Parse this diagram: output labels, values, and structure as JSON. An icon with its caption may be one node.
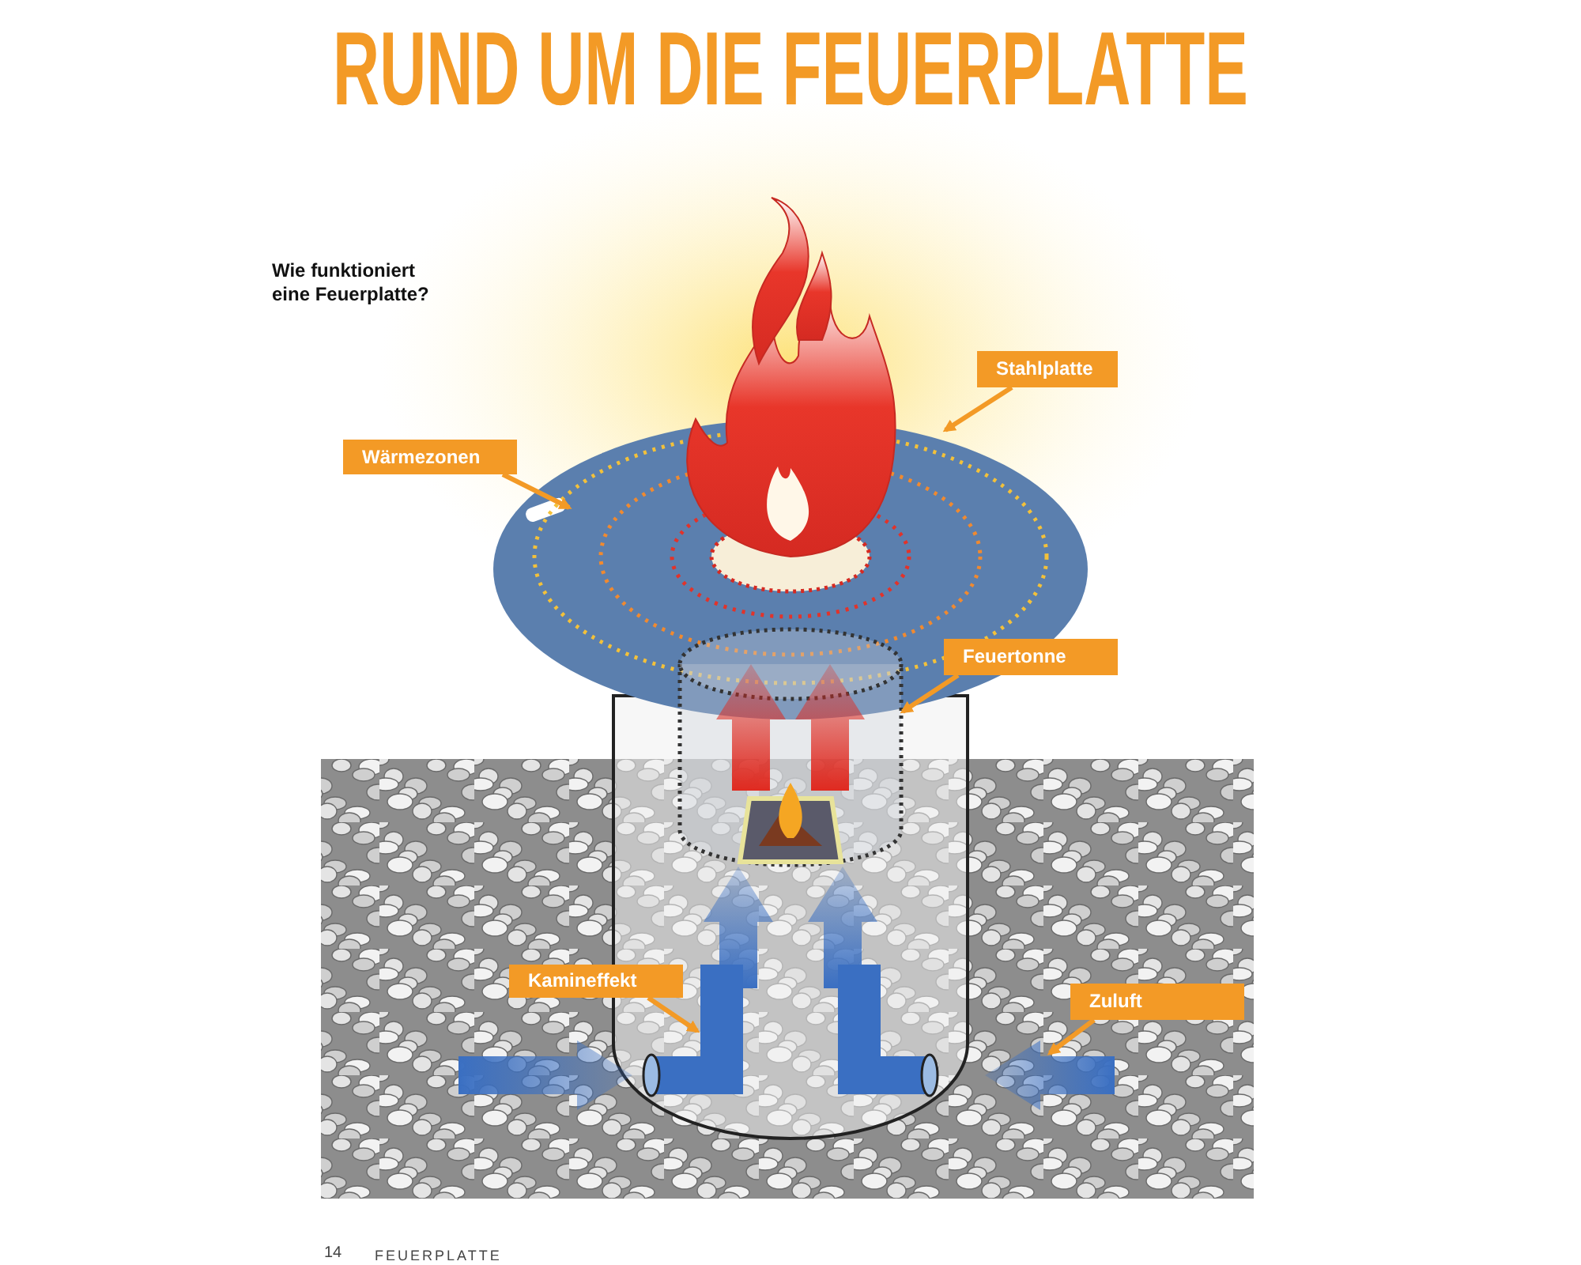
{
  "diagram": {
    "title": "RUND UM DIE FEUERPLATTE",
    "nodes": [
      {
        "text": [
          "Stahlplatte"
        ]
      },
      {
        "text": [
          "Wärmezonen"
        ]
      },
      {
        "text": [
          "Feuertonne"
        ]
      },
      {
        "text": [
          "Kamineffekt"
        ]
      },
      {
        "text": [
          "Zuluft"
        ]
      },
      {
        "text": [],
        "shape": "picture"
      },
      {
        "text": [],
        "shape": "circle",
        "in": 5
      },
      {
        "text": [],
        "shape": "cylinder"
      },
      {
        "text": [],
        "shape": "picture"
      },
      {
        "text": [],
        "shape": "picture",
        "in": 7
      },
      {
        "text": [],
        "shape": "picture"
      }
    ],
    "edges": [
      {
        "from": 0,
        "to": 5,
        "arrow": "to"
      },
      {
        "from": 1,
        "to": 6,
        "arrow": "to"
      },
      {
        "from": 2,
        "to": 7,
        "arrow": "to"
      },
      {
        "from": 3,
        "to": 8,
        "arrow": "to"
      },
      {
        "from": 4,
        "to": null,
        "arrow": "to"
      },
      {
        "from": 9,
        "to": 5,
        "arrow": "to",
        "style": "thick",
        "color": "#e02a20"
      },
      {
        "from": 9,
        "to": 5,
        "arrow": "to",
        "style": "thick",
        "color": "#e02a20"
      },
      {
        "from": 8,
        "to": 9,
        "arrow": "to",
        "style": "thick",
        "color": "#3a6fc2"
      },
      {
        "from": 10,
        "to": 9,
        "arrow": "to",
        "style": "thick",
        "color": "#3a6fc2"
      },
      {
        "from": null,
        "to": 8,
        "arrow": "to",
        "style": "thick",
        "color": "#3a6fc2"
      },
      {
        "from": null,
        "to": 10,
        "arrow": "to",
        "style": "thick",
        "color": "#3a6fc2"
      }
    ],
    "labels": [
      "Wie funktioniert eine Feuerplatte?",
      "14",
      "FEUERPLATTE"
    ]
  }
}
